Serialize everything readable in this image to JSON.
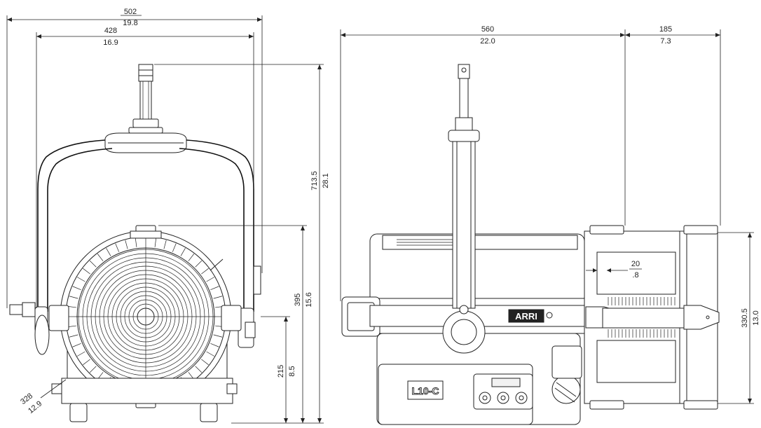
{
  "dimensions": {
    "overall_width_front": {
      "mm": "502",
      "in": "19.8"
    },
    "bracket_width": {
      "mm": "428",
      "in": "16.9"
    },
    "overall_height": {
      "mm": "713.5",
      "in": "28.1"
    },
    "yoke_height": {
      "mm": "395",
      "in": "15.6"
    },
    "base_height": {
      "mm": "215",
      "in": "8.5"
    },
    "lens_diameter": {
      "mm": "328",
      "in": "12.9"
    },
    "overall_length_side": {
      "mm": "560",
      "in": "22.0"
    },
    "barndoor_depth": {
      "mm": "185",
      "in": "7.3"
    },
    "gap": {
      "mm": "20",
      "in": ".8"
    },
    "front_height": {
      "mm": "330.5",
      "in": "13.0"
    }
  },
  "labels": {
    "brand": "ARRI",
    "model": "L10-C"
  }
}
